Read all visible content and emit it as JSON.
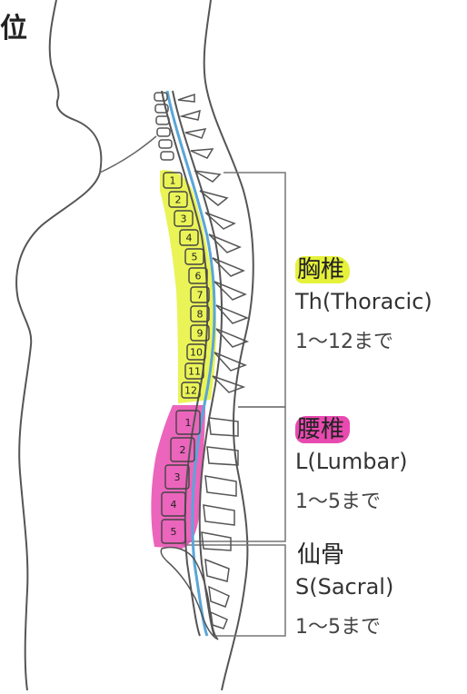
{
  "corner_title": "位",
  "sections": [
    {
      "kanji": "胸椎",
      "code": "Th(Thoracic)",
      "range": "1〜12まで",
      "highlight": "#e6f23a"
    },
    {
      "kanji": "腰椎",
      "code": "L(Lumbar)",
      "range": "1〜5まで",
      "highlight": "#e84ab0"
    },
    {
      "kanji": "仙骨",
      "code": "S(Sacral)",
      "range": "1〜5まで",
      "highlight": ""
    }
  ],
  "thoracic_labels": [
    "1",
    "2",
    "3",
    "4",
    "5",
    "6",
    "7",
    "8",
    "9",
    "10",
    "11",
    "12"
  ],
  "lumbar_labels": [
    "1",
    "2",
    "3",
    "4",
    "5"
  ],
  "colors": {
    "thoracic_highlight": "#e6f23a",
    "lumbar_highlight": "#e84ab0",
    "spinal_cord": "#5aa6d8",
    "outline": "#444444"
  }
}
